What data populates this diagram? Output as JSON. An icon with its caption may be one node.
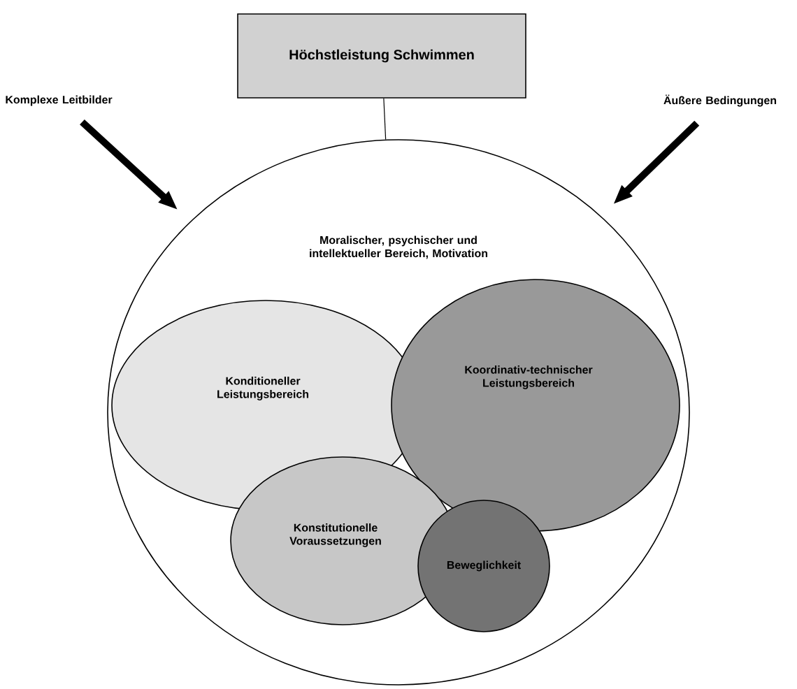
{
  "diagram": {
    "nodes": [
      {
        "text": [
          "Höchstleistung Schwimmen"
        ]
      },
      {
        "text": [
          "Moralischer, psychischer und intellektueller Bereich, Motivation"
        ]
      },
      {
        "text": [
          "Komplexe Leitbilder"
        ]
      },
      {
        "text": [
          "Äußere Bedingungen"
        ]
      },
      {
        "text": [
          "Konditioneller Leistungsbereich"
        ],
        "in": 1
      },
      {
        "text": [
          "Koordinativ-technischer Leistungsbereich"
        ],
        "in": 1
      },
      {
        "text": [
          "Konstitutionelle Voraussetzungen"
        ],
        "in": 1
      },
      {
        "text": [
          "Beweglichkeit"
        ],
        "in": 1
      }
    ],
    "edges": [
      {
        "from": 0,
        "to": 1,
        "arrow": "none"
      },
      {
        "from": 2,
        "to": 1,
        "arrow": "to"
      },
      {
        "from": 3,
        "to": 1,
        "arrow": "to"
      }
    ]
  }
}
